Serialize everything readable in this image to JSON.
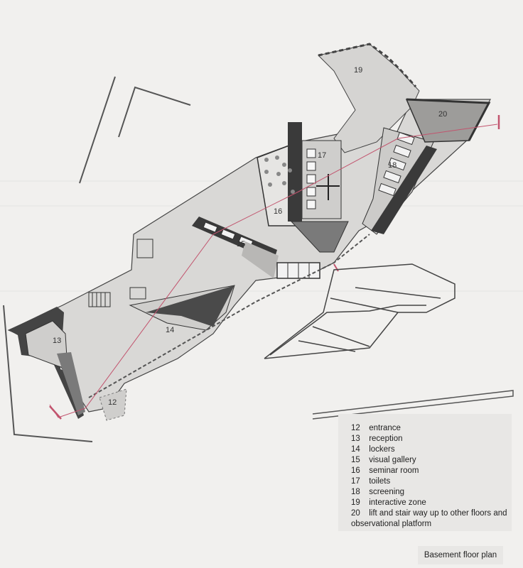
{
  "rooms": [
    {
      "number": "12",
      "name": "entrance"
    },
    {
      "number": "13",
      "name": "reception"
    },
    {
      "number": "14",
      "name": "lockers"
    },
    {
      "number": "15",
      "name": "visual gallery"
    },
    {
      "number": "16",
      "name": "seminar room"
    },
    {
      "number": "17",
      "name": "toilets"
    },
    {
      "number": "18",
      "name": "screening"
    },
    {
      "number": "19",
      "name": "interactive zone"
    },
    {
      "number": "20",
      "name": "lift and stair way up to other floors and"
    }
  ],
  "legend_continuation": "observational platform",
  "caption": "Basement floor plan",
  "colors": {
    "paper": "#f1f0ee",
    "floor": "#d9d8d6",
    "dark_wall": "#3a3a3a",
    "mid_shade": "#8a8a8a",
    "line": "#222222",
    "path_line": "#c2546e"
  }
}
